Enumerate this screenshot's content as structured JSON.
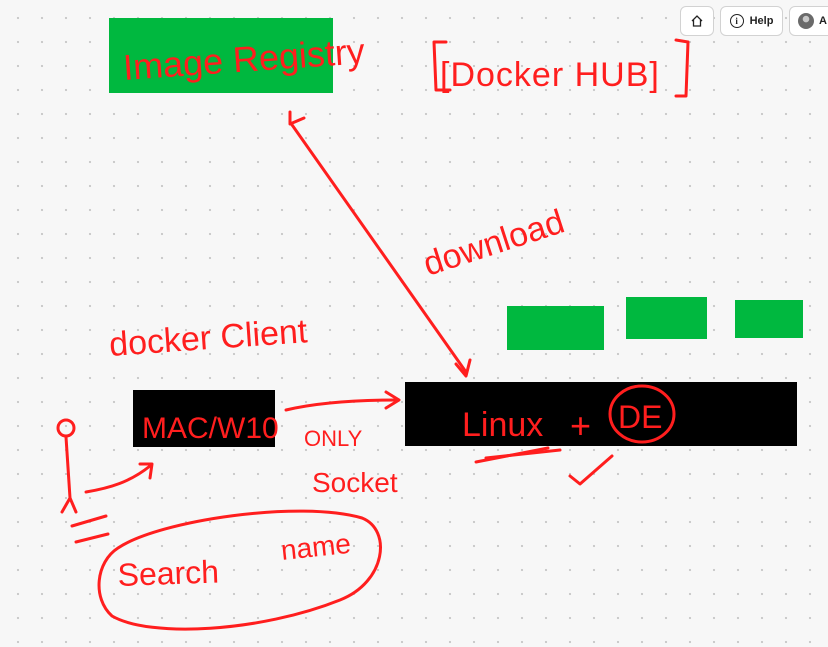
{
  "toolbar": {
    "home_icon": "home-icon",
    "help_icon": "info-icon",
    "help_label": "Help",
    "info_glyph": "i",
    "user_initial": "A"
  },
  "colors": {
    "ink": "#ff1e1e",
    "green": "#00b83f",
    "black": "#000000"
  },
  "sketch": {
    "registry": "Image Registry",
    "hub": "[Docker HUB]",
    "download": "download",
    "client": "docker Client",
    "host_os": "MAC/W10",
    "only": "ONLY",
    "socket": "Socket",
    "linux": "Linux",
    "plus": "+",
    "de": "DE",
    "search": "Search",
    "name": "name"
  }
}
